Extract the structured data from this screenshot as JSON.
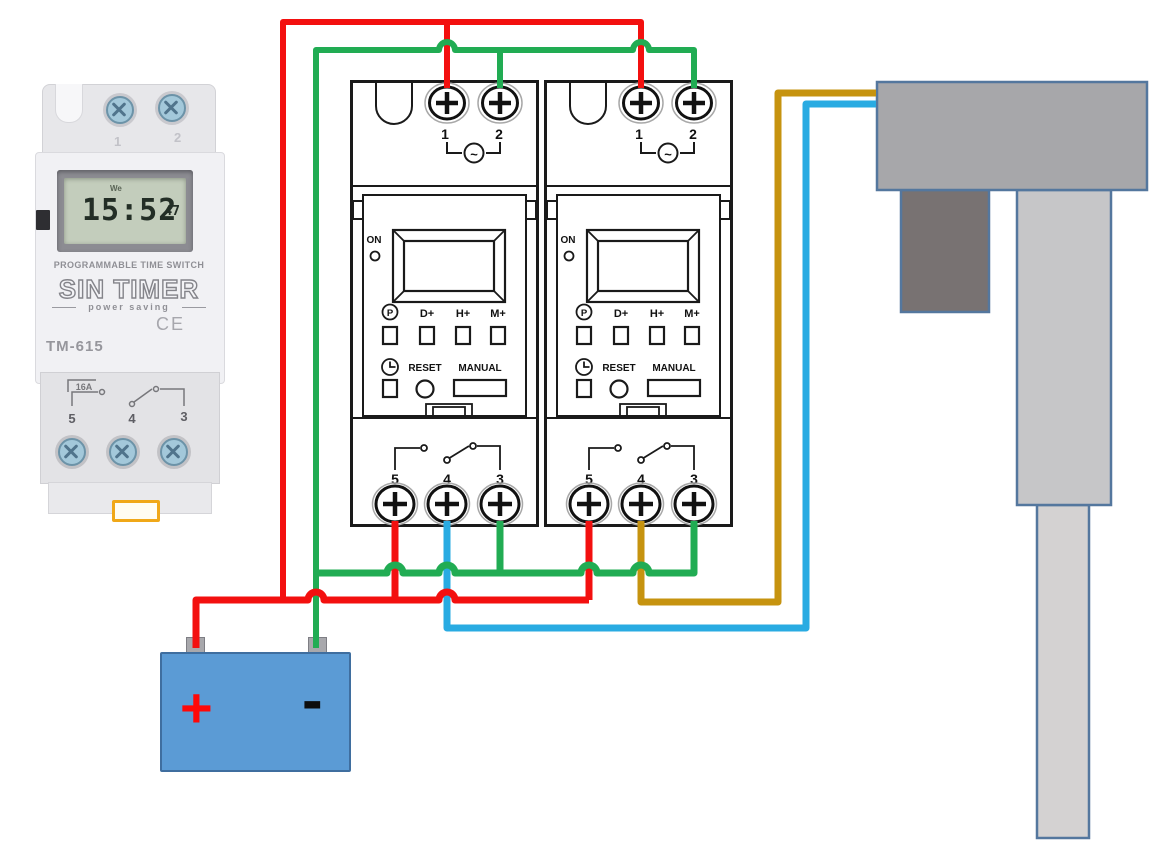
{
  "colors": {
    "wire_red": "#F3100F",
    "wire_green": "#21AC53",
    "wire_blue": "#29ABE2",
    "wire_orange": "#C6930F",
    "battery_fill": "#5B9BD5",
    "battery_border": "#3F6E9F",
    "shape_border": "#54779E",
    "device_top_fill": "#A7A7AA",
    "device_motor_fill": "#787272",
    "device_column_fill": "#C6C6C8",
    "device_pole_fill": "#D4D2D2",
    "lcd_screen": "#C3CDBC",
    "clip_yellow": "#F0A818"
  },
  "photo_device": {
    "top_terminal_labels": [
      "1",
      "2"
    ],
    "lcd": {
      "day": "We",
      "time": "15:52",
      "seconds": "47"
    },
    "title": "PROGRAMMABLE TIME SWITCH",
    "brand": "SIN TIMER",
    "tagline": "power saving",
    "ce_mark": "CE",
    "model": "TM-615",
    "rating": "16A",
    "bottom_terminal_labels": [
      "5",
      "4",
      "3"
    ]
  },
  "timer_modules": [
    {
      "terminal_1": "1",
      "terminal_2": "2",
      "ac_symbol": "~",
      "on_label": "ON",
      "btn_program": "P",
      "btn_day": "D+",
      "btn_hour": "H+",
      "btn_minute": "M+",
      "btn_reset": "RESET",
      "btn_manual": "MANUAL",
      "terminal_5": "5",
      "terminal_4": "4",
      "terminal_3": "3"
    },
    {
      "terminal_1": "1",
      "terminal_2": "2",
      "ac_symbol": "~",
      "on_label": "ON",
      "btn_program": "P",
      "btn_day": "D+",
      "btn_hour": "H+",
      "btn_minute": "M+",
      "btn_reset": "RESET",
      "btn_manual": "MANUAL",
      "terminal_5": "5",
      "terminal_4": "4",
      "terminal_3": "3"
    }
  ],
  "battery": {
    "positive_label": "+",
    "negative_label": "-"
  }
}
